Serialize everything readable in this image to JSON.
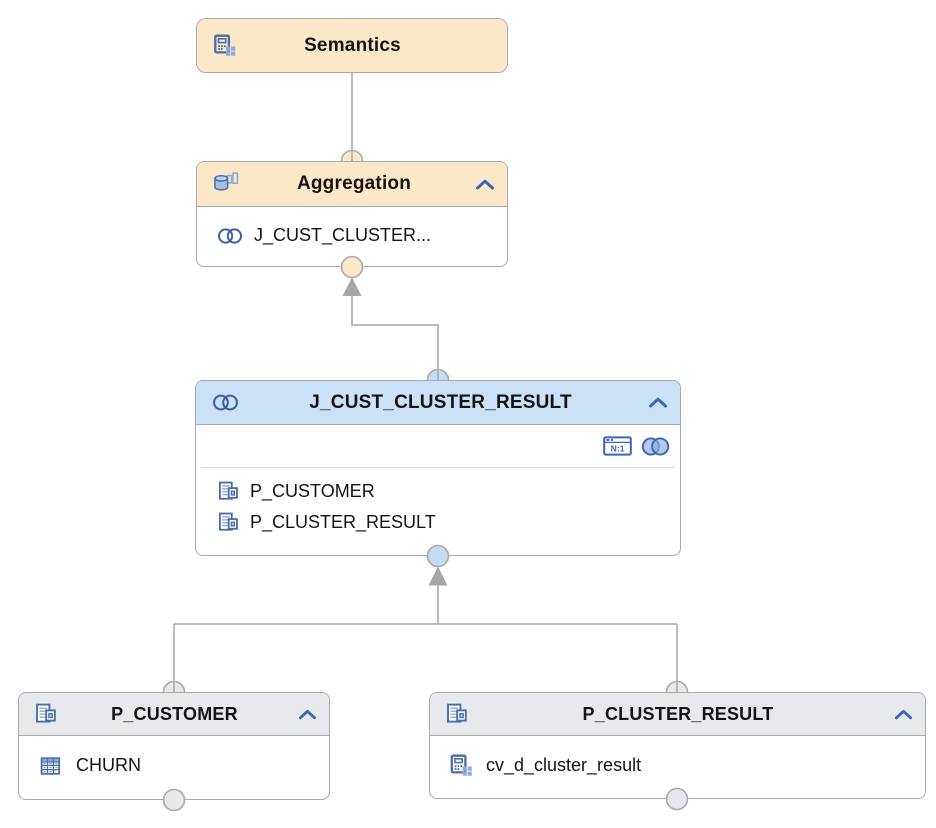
{
  "colors": {
    "cream_header": "#FAE8C8",
    "blue_header": "#CBE1F7",
    "gray_header": "#E7E9ED",
    "node_border": "#A9A9A9",
    "edge_gray": "#AFAFAF",
    "arrow_gray": "#A6A6A6",
    "icon_blue": "#4A6DA8",
    "icon_blue_light": "#8FA9D6",
    "accent_blue": "#3A66B8",
    "port_cream": "#FAE8C8",
    "port_blue": "#C5DCF3",
    "port_gray": "#E6E8EB"
  },
  "nodes": {
    "semantics": {
      "title": "Semantics",
      "icon": "calculation-view-icon"
    },
    "aggregation": {
      "title": "Aggregation",
      "icon": "aggregation-icon",
      "rows": [
        {
          "icon": "join-icon",
          "label": "J_CUST_CLUSTER..."
        }
      ]
    },
    "join": {
      "title": "J_CUST_CLUSTER_RESULT",
      "icon": "join-icon",
      "cardinality": "N:1",
      "badges": [
        "cardinality-n1-icon",
        "join-type-icon"
      ],
      "rows": [
        {
          "icon": "projection-icon",
          "label": "P_CUSTOMER"
        },
        {
          "icon": "projection-icon",
          "label": "P_CLUSTER_RESULT"
        }
      ]
    },
    "p_customer": {
      "title": "P_CUSTOMER",
      "icon": "projection-icon",
      "rows": [
        {
          "icon": "table-icon",
          "label": "CHURN"
        }
      ]
    },
    "p_cluster_result": {
      "title": "P_CLUSTER_RESULT",
      "icon": "projection-icon",
      "rows": [
        {
          "icon": "calculation-view-icon",
          "label": "cv_d_cluster_result"
        }
      ]
    }
  }
}
